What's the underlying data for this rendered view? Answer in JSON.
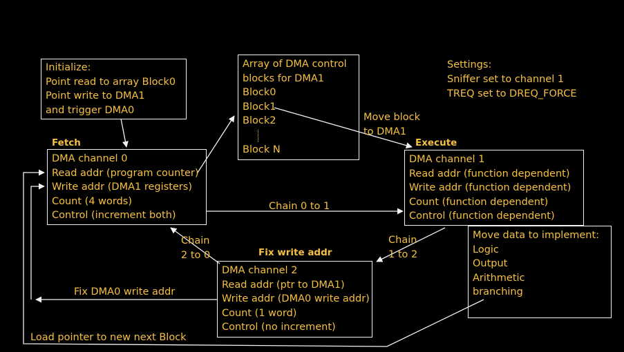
{
  "colors": {
    "background": "#000000",
    "text": "#f5c042",
    "lines": "#f2f2f2"
  },
  "init_box": {
    "lines": [
      "Initialize:",
      "Point read to array Block0",
      "Point write to DMA1",
      "and trigger DMA0"
    ]
  },
  "array_box": {
    "lines": [
      "Array of DMA control",
      "blocks for DMA1",
      "Block0",
      "Block1",
      "Block2"
    ],
    "last": "Block N"
  },
  "settings": {
    "lines": [
      "Settings:",
      "Sniffer set to channel 1",
      "TREQ set to DREQ_FORCE"
    ]
  },
  "fetch": {
    "header": "Fetch",
    "lines": [
      "DMA channel 0",
      "Read addr (program counter)",
      "Write addr (DMA1 registers)",
      "Count (4 words)",
      "Control (increment both)"
    ]
  },
  "execute": {
    "header": "Execute",
    "lines": [
      "DMA channel 1",
      "Read addr (function dependent)",
      "Write addr (function dependent)",
      "Count (function dependent)",
      "Control (function dependent)"
    ]
  },
  "fix": {
    "header": "Fix write addr",
    "lines": [
      "DMA channel 2",
      "Read addr  (ptr to DMA1)",
      "Write addr (DMA0 write addr)",
      "Count (1 word)",
      "Control (no increment)"
    ]
  },
  "move_data": {
    "lines": [
      "Move data to implement:",
      "Logic",
      "Output",
      "Arithmetic",
      "branching"
    ]
  },
  "labels": {
    "move_block_1": "Move block",
    "move_block_2": "to DMA1",
    "chain_01": "Chain 0 to 1",
    "chain_20_a": "Chain",
    "chain_20_b": "2 to 0",
    "chain_12_a": "Chain",
    "chain_12_b": "1 to 2",
    "fix_dma0": "Fix DMA0 write addr",
    "load_pointer": "Load pointer to new next Block"
  }
}
